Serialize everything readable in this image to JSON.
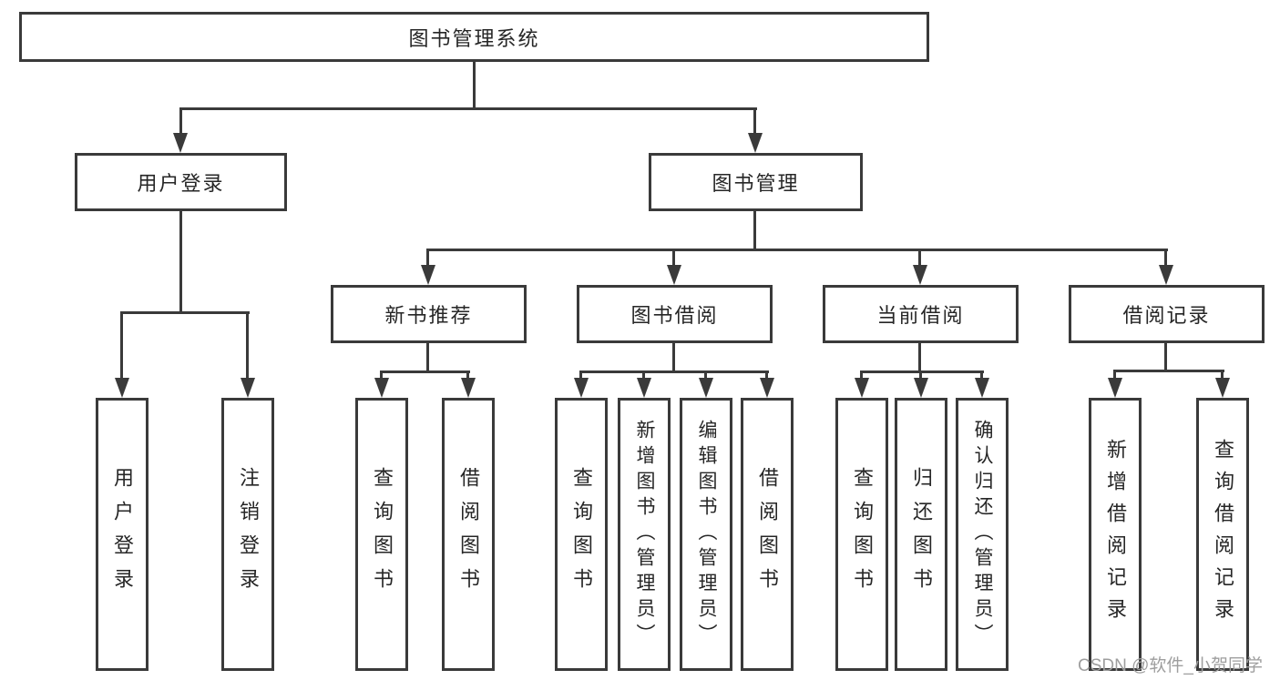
{
  "colors": {
    "line": "#3a3a3a",
    "box_border": "#3a3a3a",
    "box_fill": "#ffffff",
    "text": "#262626",
    "watermark_text": "#9e9e9e"
  },
  "watermark": "CSDN @软件_小贺同学",
  "tree": {
    "root": "图书管理系统",
    "branches": [
      {
        "label": "用户登录",
        "children": [
          {
            "label": "用户登录"
          },
          {
            "label": "注销登录"
          }
        ]
      },
      {
        "label": "图书管理",
        "children": [
          {
            "label": "新书推荐",
            "children": [
              {
                "label": "查询图书"
              },
              {
                "label": "借阅图书"
              }
            ]
          },
          {
            "label": "图书借阅",
            "children": [
              {
                "label": "查询图书"
              },
              {
                "label": "新增图书（管理员）"
              },
              {
                "label": "编辑图书（管理员）"
              },
              {
                "label": "借阅图书"
              }
            ]
          },
          {
            "label": "当前借阅",
            "children": [
              {
                "label": "查询图书"
              },
              {
                "label": "归还图书"
              },
              {
                "label": "确认归还（管理员）"
              }
            ]
          },
          {
            "label": "借阅记录",
            "children": [
              {
                "label": "新增借阅记录"
              },
              {
                "label": "查询借阅记录"
              }
            ]
          }
        ]
      }
    ]
  }
}
